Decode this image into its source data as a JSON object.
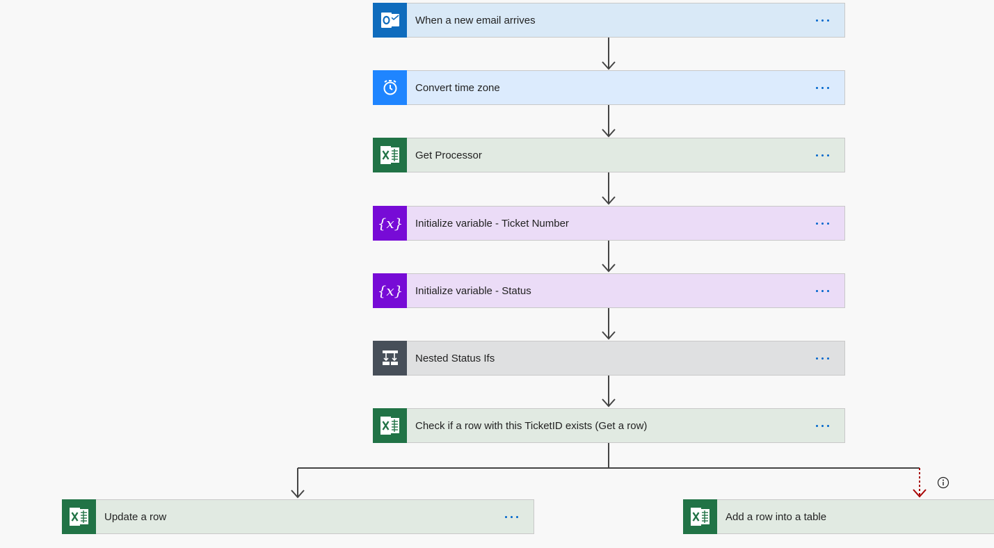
{
  "steps": [
    {
      "id": "email",
      "label": "When a new email arrives",
      "icon": "outlook-icon",
      "iconBg": "#0f6cbd",
      "cardBg": "#d9e9f7"
    },
    {
      "id": "tz",
      "label": "Convert time zone",
      "icon": "alarm-clock-icon",
      "iconBg": "#1f85ff",
      "cardBg": "#dcebfd"
    },
    {
      "id": "proc",
      "label": "Get Processor",
      "icon": "excel-icon",
      "iconBg": "#217346",
      "cardBg": "#e1eae2"
    },
    {
      "id": "var1",
      "label": "Initialize variable - Ticket Number",
      "icon": "variable-icon",
      "iconBg": "#770bd6",
      "cardBg": "#ebdcf7"
    },
    {
      "id": "var2",
      "label": "Initialize variable - Status",
      "icon": "variable-icon",
      "iconBg": "#770bd6",
      "cardBg": "#ebdcf7"
    },
    {
      "id": "nested",
      "label": "Nested Status Ifs",
      "icon": "scope-icon",
      "iconBg": "#474f59",
      "cardBg": "#dfe0e1"
    },
    {
      "id": "check",
      "label": "Check if a row with this TicketID exists (Get a row)",
      "icon": "excel-icon",
      "iconBg": "#217346",
      "cardBg": "#e1eae2"
    }
  ],
  "branches": {
    "update": {
      "label": "Update a row",
      "icon": "excel-icon",
      "iconBg": "#217346",
      "cardBg": "#e1eae2"
    },
    "add": {
      "label": "Add a row into a table",
      "icon": "excel-icon",
      "iconBg": "#217346",
      "cardBg": "#e1eae2"
    }
  },
  "colors": {
    "connector": "#444444",
    "failureConnector": "#a80000",
    "menuDots": "#0066cc"
  }
}
